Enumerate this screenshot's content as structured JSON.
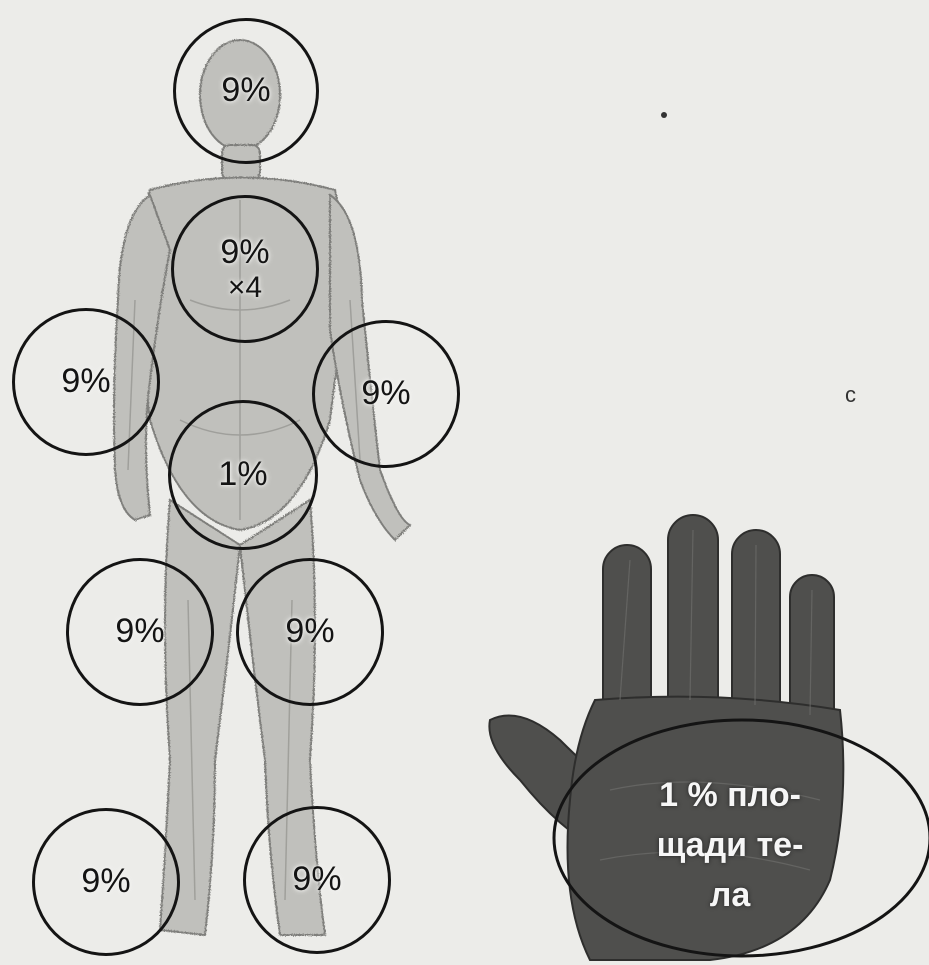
{
  "zones": {
    "head": "9%",
    "trunk": "9%",
    "trunk_multiplier": "×4",
    "right_arm": "9%",
    "left_arm": "9%",
    "perineum": "1%",
    "right_thigh": "9%",
    "left_thigh": "9%",
    "right_shin": "9%",
    "left_shin": "9%"
  },
  "palm_label": {
    "line1": "1 % пло-",
    "line2": "щади те-",
    "line3": "ла"
  },
  "colors": {
    "background": "#ecece9",
    "outline": "#141414",
    "figure_shade": "#9a9a96",
    "hand": "#4a4a48",
    "palm_text": "#f6f6f6"
  }
}
